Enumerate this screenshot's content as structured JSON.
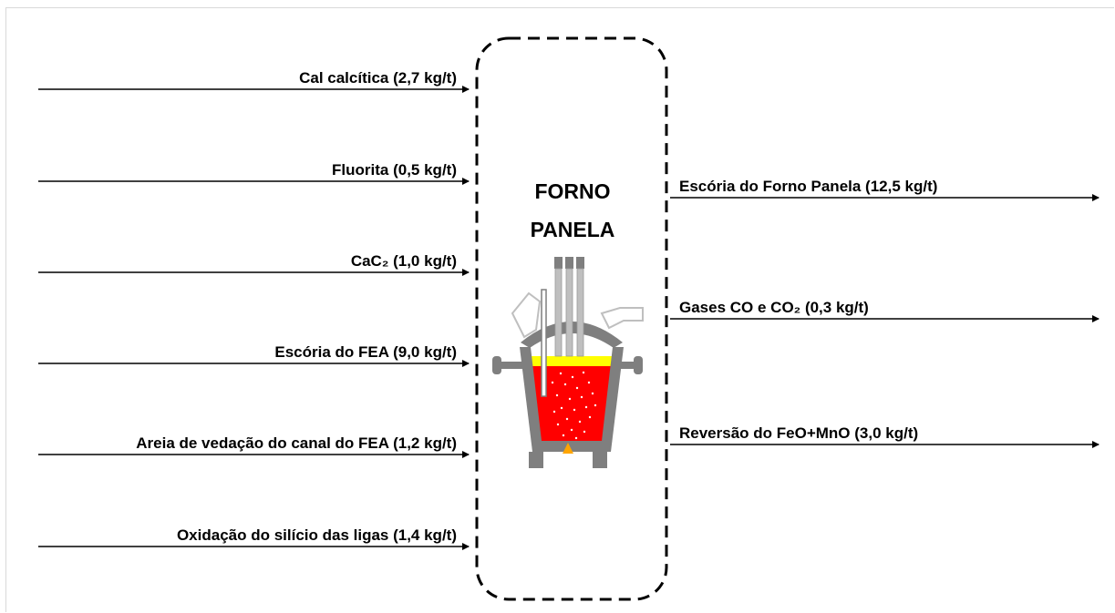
{
  "process": {
    "title_line1": "FORNO",
    "title_line2": "PANELA"
  },
  "inputs": [
    {
      "label": "Cal calcítica (2,7 kg/t)"
    },
    {
      "label": "Fluorita (0,5 kg/t)"
    },
    {
      "label": "CaC₂ (1,0 kg/t)"
    },
    {
      "label": "Escória do FEA (9,0 kg/t)"
    },
    {
      "label": "Areia de vedação do canal do FEA (1,2 kg/t)"
    },
    {
      "label": "Oxidação do silício das ligas (1,4 kg/t)"
    }
  ],
  "outputs": [
    {
      "label": "Escória do Forno Panela (12,5 kg/t)"
    },
    {
      "label": "Gases CO e CO₂ (0,3 kg/t)"
    },
    {
      "label": "Reversão do FeO+MnO (3,0 kg/t)"
    }
  ],
  "colors": {
    "steel": "#ff0000",
    "slag": "#ffff00",
    "vessel": "#7f7f7f",
    "electrodes": "#bfbfbf",
    "burner": "#ffa500"
  }
}
